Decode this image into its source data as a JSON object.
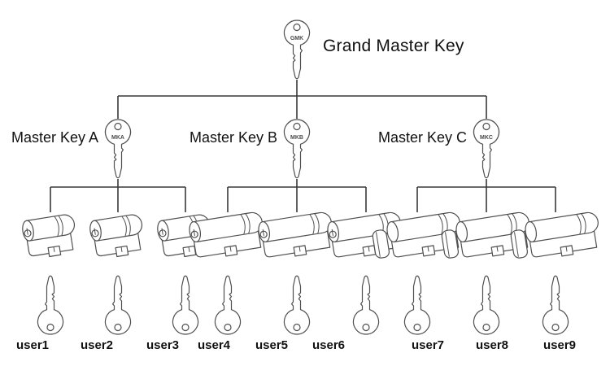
{
  "diagram": {
    "root": {
      "label": "Grand Master Key",
      "stamp": "GMK",
      "icon": "key-icon"
    },
    "groups": [
      {
        "label": "Master Key A",
        "stamp": "MKA",
        "cylinder_style": "half-cylinder-icon",
        "users": [
          "user1",
          "user2",
          "user3"
        ]
      },
      {
        "label": "Master Key B",
        "stamp": "MKB",
        "cylinder_style": "double-cylinder-icon",
        "users": [
          "user4",
          "user5",
          "user6"
        ]
      },
      {
        "label": "Master Key C",
        "stamp": "MKC",
        "cylinder_style": "thumbturn-cylinder-icon",
        "users": [
          "user7",
          "user8",
          "user9"
        ]
      }
    ],
    "colors": {
      "background": "#ffffff",
      "connector_line": "#383838",
      "icon_stroke": "#4f4f4f",
      "text": "#111111"
    }
  }
}
